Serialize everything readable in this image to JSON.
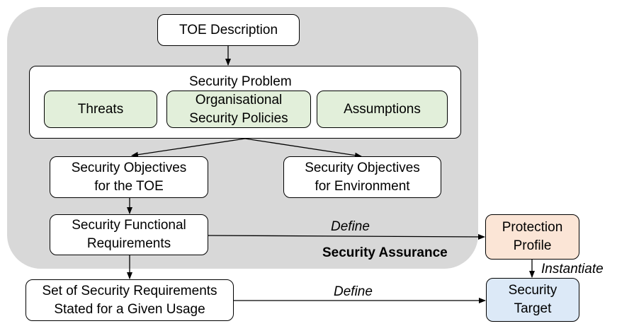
{
  "diagram": {
    "toe_description": "TOE Description",
    "security_problem": {
      "title": "Security Problem",
      "threats": "Threats",
      "policies": "Organisational\nSecurity Policies",
      "assumptions": "Assumptions"
    },
    "objectives_toe": "Security Objectives\nfor the TOE",
    "objectives_env": "Security Objectives\nfor Environment",
    "functional_requirements": "Security Functional\nRequirements",
    "set_requirements": "Set of Security Requirements\nStated for a Given Usage",
    "protection_profile": "Protection\nProfile",
    "security_target": "Security\nTarget",
    "region_label": "Security Assurance",
    "edge_labels": {
      "define_top": "Define",
      "define_bottom": "Define",
      "instantiate": "Instantiate"
    },
    "colors": {
      "region": "#d8d8d8",
      "green": "#e2efda",
      "orange": "#fbe5d6",
      "blue": "#dce9f7"
    }
  }
}
